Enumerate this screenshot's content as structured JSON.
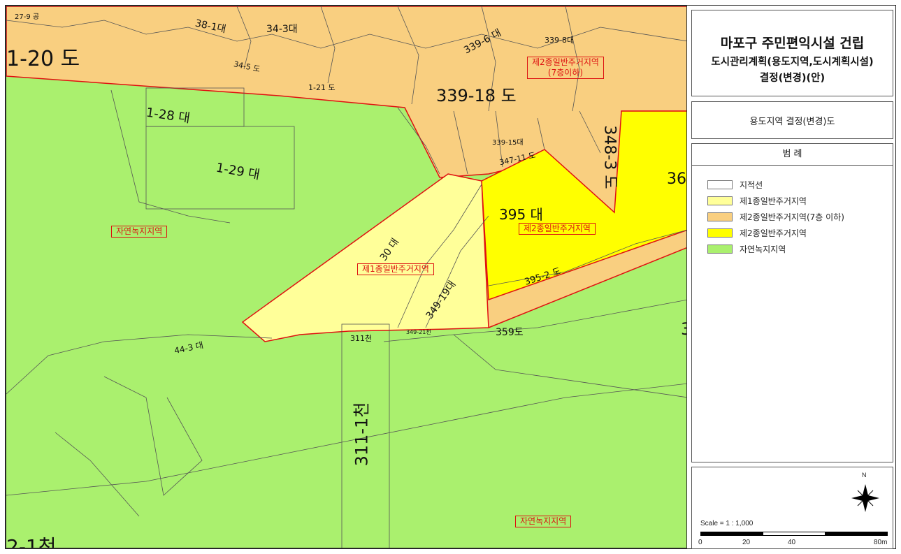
{
  "title": {
    "line1": "마포구 주민편익시설 건립",
    "line2": "도시관리계획(용도지역,도시계획시설)",
    "line3": "결정(변경)(안)"
  },
  "subtitle": "용도지역 결정(변경)도",
  "legend": {
    "header": "범 례",
    "items": [
      {
        "label": "지적선",
        "color": "#ffffff"
      },
      {
        "label": "제1종일반주거지역",
        "color": "#ffff99"
      },
      {
        "label": "제2종일반주거지역(7층 이하)",
        "color": "#f9cf80"
      },
      {
        "label": "제2종일반주거지역",
        "color": "#ffff00"
      },
      {
        "label": "자연녹지지역",
        "color": "#aaf06e"
      }
    ]
  },
  "scale": {
    "text": "Scale = 1 : 1,000",
    "ticks": [
      "0",
      "20",
      "40",
      "80m"
    ],
    "north": "N"
  },
  "zones": {
    "green_a": "자연녹지지역",
    "green_b": "자연녹지지역",
    "res1": "제1종일반주거지역",
    "res2": "제2종일반주거지역",
    "res2_7_line1": "제2종일반주거지역",
    "res2_7_line2": "(7층이하)"
  },
  "parcels": {
    "p1": "1-20 도",
    "p2": "339-18 도",
    "p3": "1-28 대",
    "p4": "1-29 대",
    "p5": "395 대",
    "p6": "395-2 도",
    "p7": "359도",
    "p8": "311-1천",
    "p9": "311천",
    "p10": "44-3 대",
    "p11": "349-19대",
    "p12": "30 대",
    "p13": "2-1천",
    "p14": "348-3 도",
    "p15": "36",
    "p16": "38-1대",
    "p17": "34-3대",
    "p18": "34-5 도",
    "p19": "1-21 도",
    "p20": "339-6 대",
    "p21": "339-8대",
    "p22": "339-15대",
    "p23": "347-11 도",
    "p24": "27-9 공",
    "p25": "349-21천",
    "p26": "3"
  },
  "colors": {
    "green": "#aaf06e",
    "orange": "#f9cf80",
    "yellow": "#ffff00",
    "lightyellow": "#ffff99",
    "boundary": "#e01010"
  }
}
